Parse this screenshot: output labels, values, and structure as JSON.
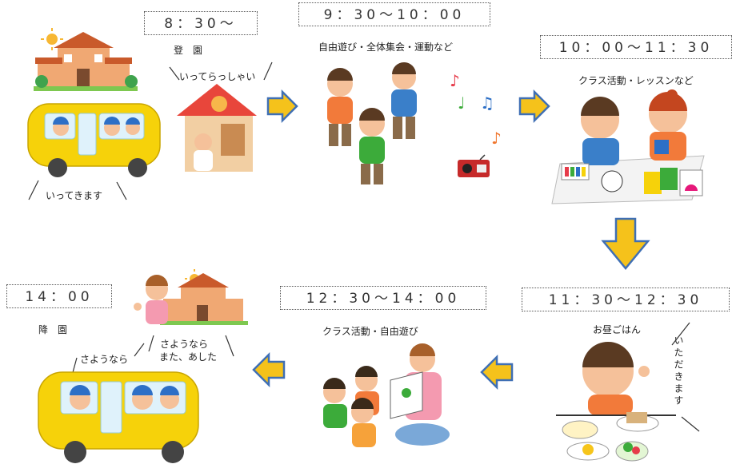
{
  "steps": [
    {
      "time": "8：30～",
      "label": "登　園",
      "speech": [
        "いってらっしゃい",
        "いってきます"
      ]
    },
    {
      "time": "9：30～10：00",
      "label": "自由遊び・全体集会・運動など"
    },
    {
      "time": "10：00～11：30",
      "label": "クラス活動・レッスンなど"
    },
    {
      "time": "11：30～12：30",
      "label": "お昼ごはん",
      "speech": [
        "いただきます"
      ]
    },
    {
      "time": "12：30～14：00",
      "label": "クラス活動・自由遊び"
    },
    {
      "time": "14：00",
      "label": "降　園",
      "speech": [
        "さようなら",
        "さようなら",
        "また、あした"
      ]
    }
  ],
  "colors": {
    "arrow_fill": "#f5c21b",
    "arrow_stroke": "#3f6fb4",
    "bus_body": "#f6d20a",
    "hat_blue": "#2d6fc6"
  },
  "icons": [
    "sun-icon",
    "kindergarten-building-icon",
    "school-bus-icon",
    "house-icon",
    "music-note-icon",
    "radio-icon",
    "flow-arrow-icon"
  ]
}
